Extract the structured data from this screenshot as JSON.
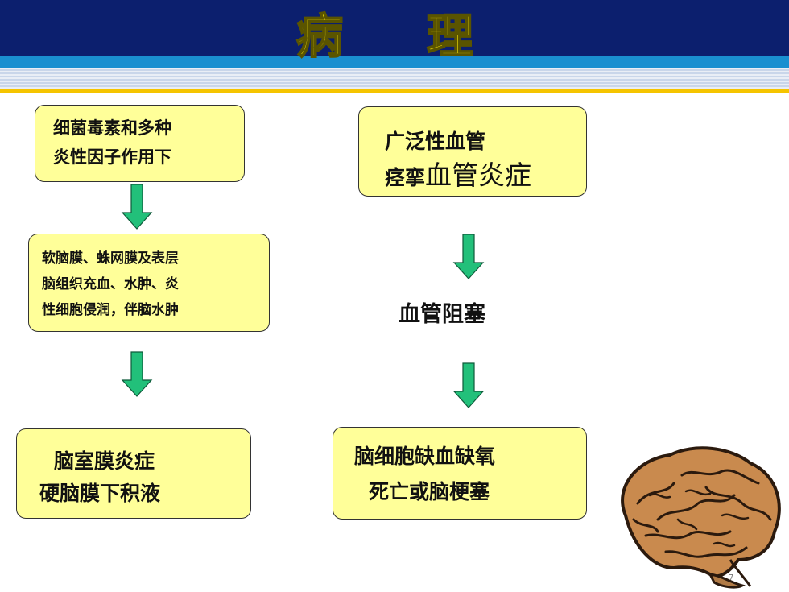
{
  "title": {
    "char1": "病",
    "char2": "理"
  },
  "left_column": {
    "box1": {
      "lines": [
        "细菌毒素和多种",
        "炎性因子作用下"
      ]
    },
    "box2": {
      "lines": [
        "软脑膜、蛛网膜及表层",
        "脑组织充血、水肿、炎",
        "性细胞侵润，伴脑水肿"
      ]
    },
    "box3": {
      "lines": [
        "脑室膜炎症",
        "硬脑膜下积液"
      ]
    }
  },
  "right_column": {
    "box1": {
      "line1": "广泛性血管",
      "line2_bold": "痉挛",
      "line2_regular": "血管炎症"
    },
    "label": "血管阻塞",
    "box2": {
      "lines": [
        "脑细胞缺血缺氧",
        "死亡或脑梗塞"
      ]
    }
  },
  "slide_number": "7",
  "colors": {
    "header": "#0c1f6e",
    "accent_blue": "#1a8fd0",
    "accent_yellow": "#f5c400",
    "box_fill": "#ffff99",
    "arrow_fill": "#22c07a",
    "title": "#f5e20a"
  },
  "decoration": {
    "image": "brain-illustration"
  }
}
